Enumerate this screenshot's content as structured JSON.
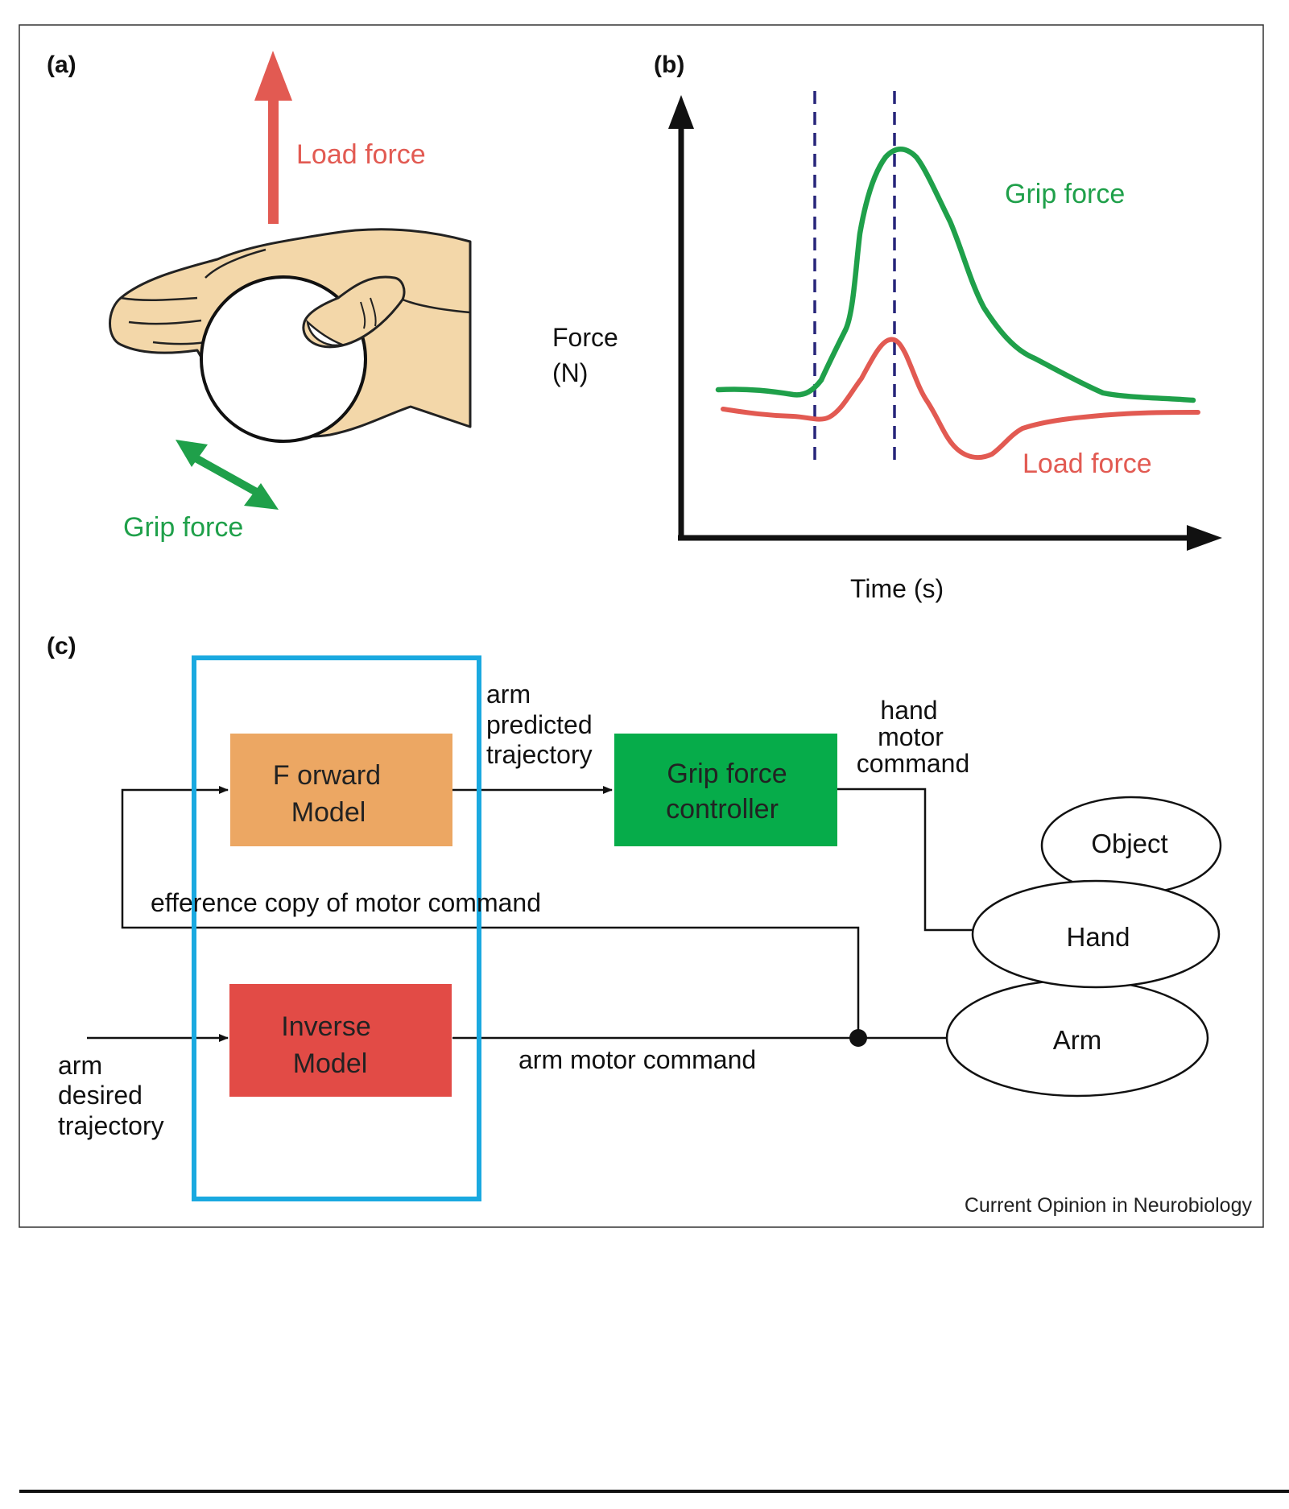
{
  "panel_a": {
    "label": "(a)",
    "load_force_label": "Load force",
    "grip_force_label": "Grip force"
  },
  "panel_b": {
    "label": "(b)",
    "ylabel_line1": "Force",
    "ylabel_line2": "(N)",
    "xlabel": "Time (s)",
    "grip_force_label": "Grip force",
    "load_force_label": "Load force"
  },
  "panel_c": {
    "label": "(c)",
    "forward_model_line1": "F orward",
    "forward_model_line2": "Model",
    "inverse_model_line1": "Inverse",
    "inverse_model_line2": "Model",
    "grip_controller_line1": "Grip force",
    "grip_controller_line2": "controller",
    "predicted_line1": "arm",
    "predicted_line2": "predicted",
    "predicted_line3": "trajectory",
    "hand_cmd_line1": "hand",
    "hand_cmd_line2": "motor",
    "hand_cmd_line3": "command",
    "efference": "efference copy of motor command",
    "arm_motor_command": "arm motor command",
    "desired_line1": "arm",
    "desired_line2": "desired",
    "desired_line3": "trajectory",
    "object": "Object",
    "hand": "Hand",
    "arm": "Arm"
  },
  "credit": "Current Opinion in Neurobiology",
  "colors": {
    "load_red": "#e25a52",
    "grip_green": "#1fa04a",
    "forward_box": "#eca763",
    "inverse_box": "#e24b46",
    "controller_box": "#06ac4a",
    "blue_frame": "#1aa9e0",
    "dash_navy": "#27257a",
    "skin": "#f3d7a9"
  }
}
